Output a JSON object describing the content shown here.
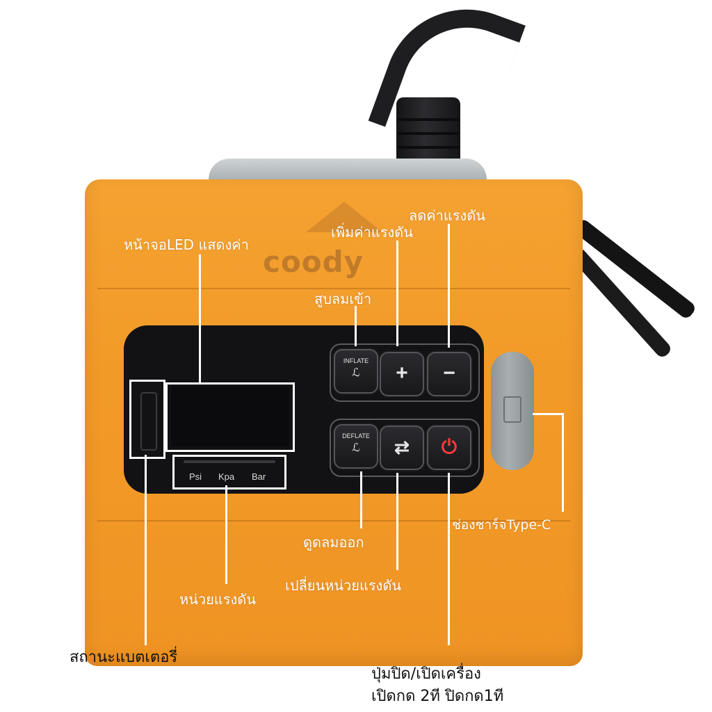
{
  "brand": {
    "logo_text": "coody"
  },
  "buttons": {
    "inflate_caption": "INFLATE",
    "plus_symbol": "+",
    "minus_symbol": "−",
    "deflate_caption": "DEFLATE",
    "unit_switch_symbol": "⇄",
    "power_symbol": "⏻",
    "fan_symbol": "ℒ"
  },
  "display": {
    "units": [
      "Psi",
      "Kpa",
      "Bar"
    ]
  },
  "callouts": {
    "led_screen": "หน้าจอLED แสดงค่า",
    "increase_pressure": "เพิ่มค่าแรงดัน",
    "decrease_pressure": "ลดค่าแรงดัน",
    "inflate": "สูบลมเข้า",
    "deflate": "ดูดลมออก",
    "switch_unit": "เปลี่ยนหน่วยแรงดัน",
    "pressure_unit": "หน่วยแรงดัน",
    "battery_status": "สถานะแบตเตอรี่",
    "charge_port": "ช่องชาร์จType-C",
    "power_line1": "ปุ่มปิด/เปิดเครื่อง",
    "power_line2": "เปิดกด 2ที ปิดกด1ที"
  },
  "colors": {
    "body": "#f29a28",
    "panel": "#121214",
    "callout_line": "#ffffff",
    "power_icon": "#ff3b3b"
  }
}
